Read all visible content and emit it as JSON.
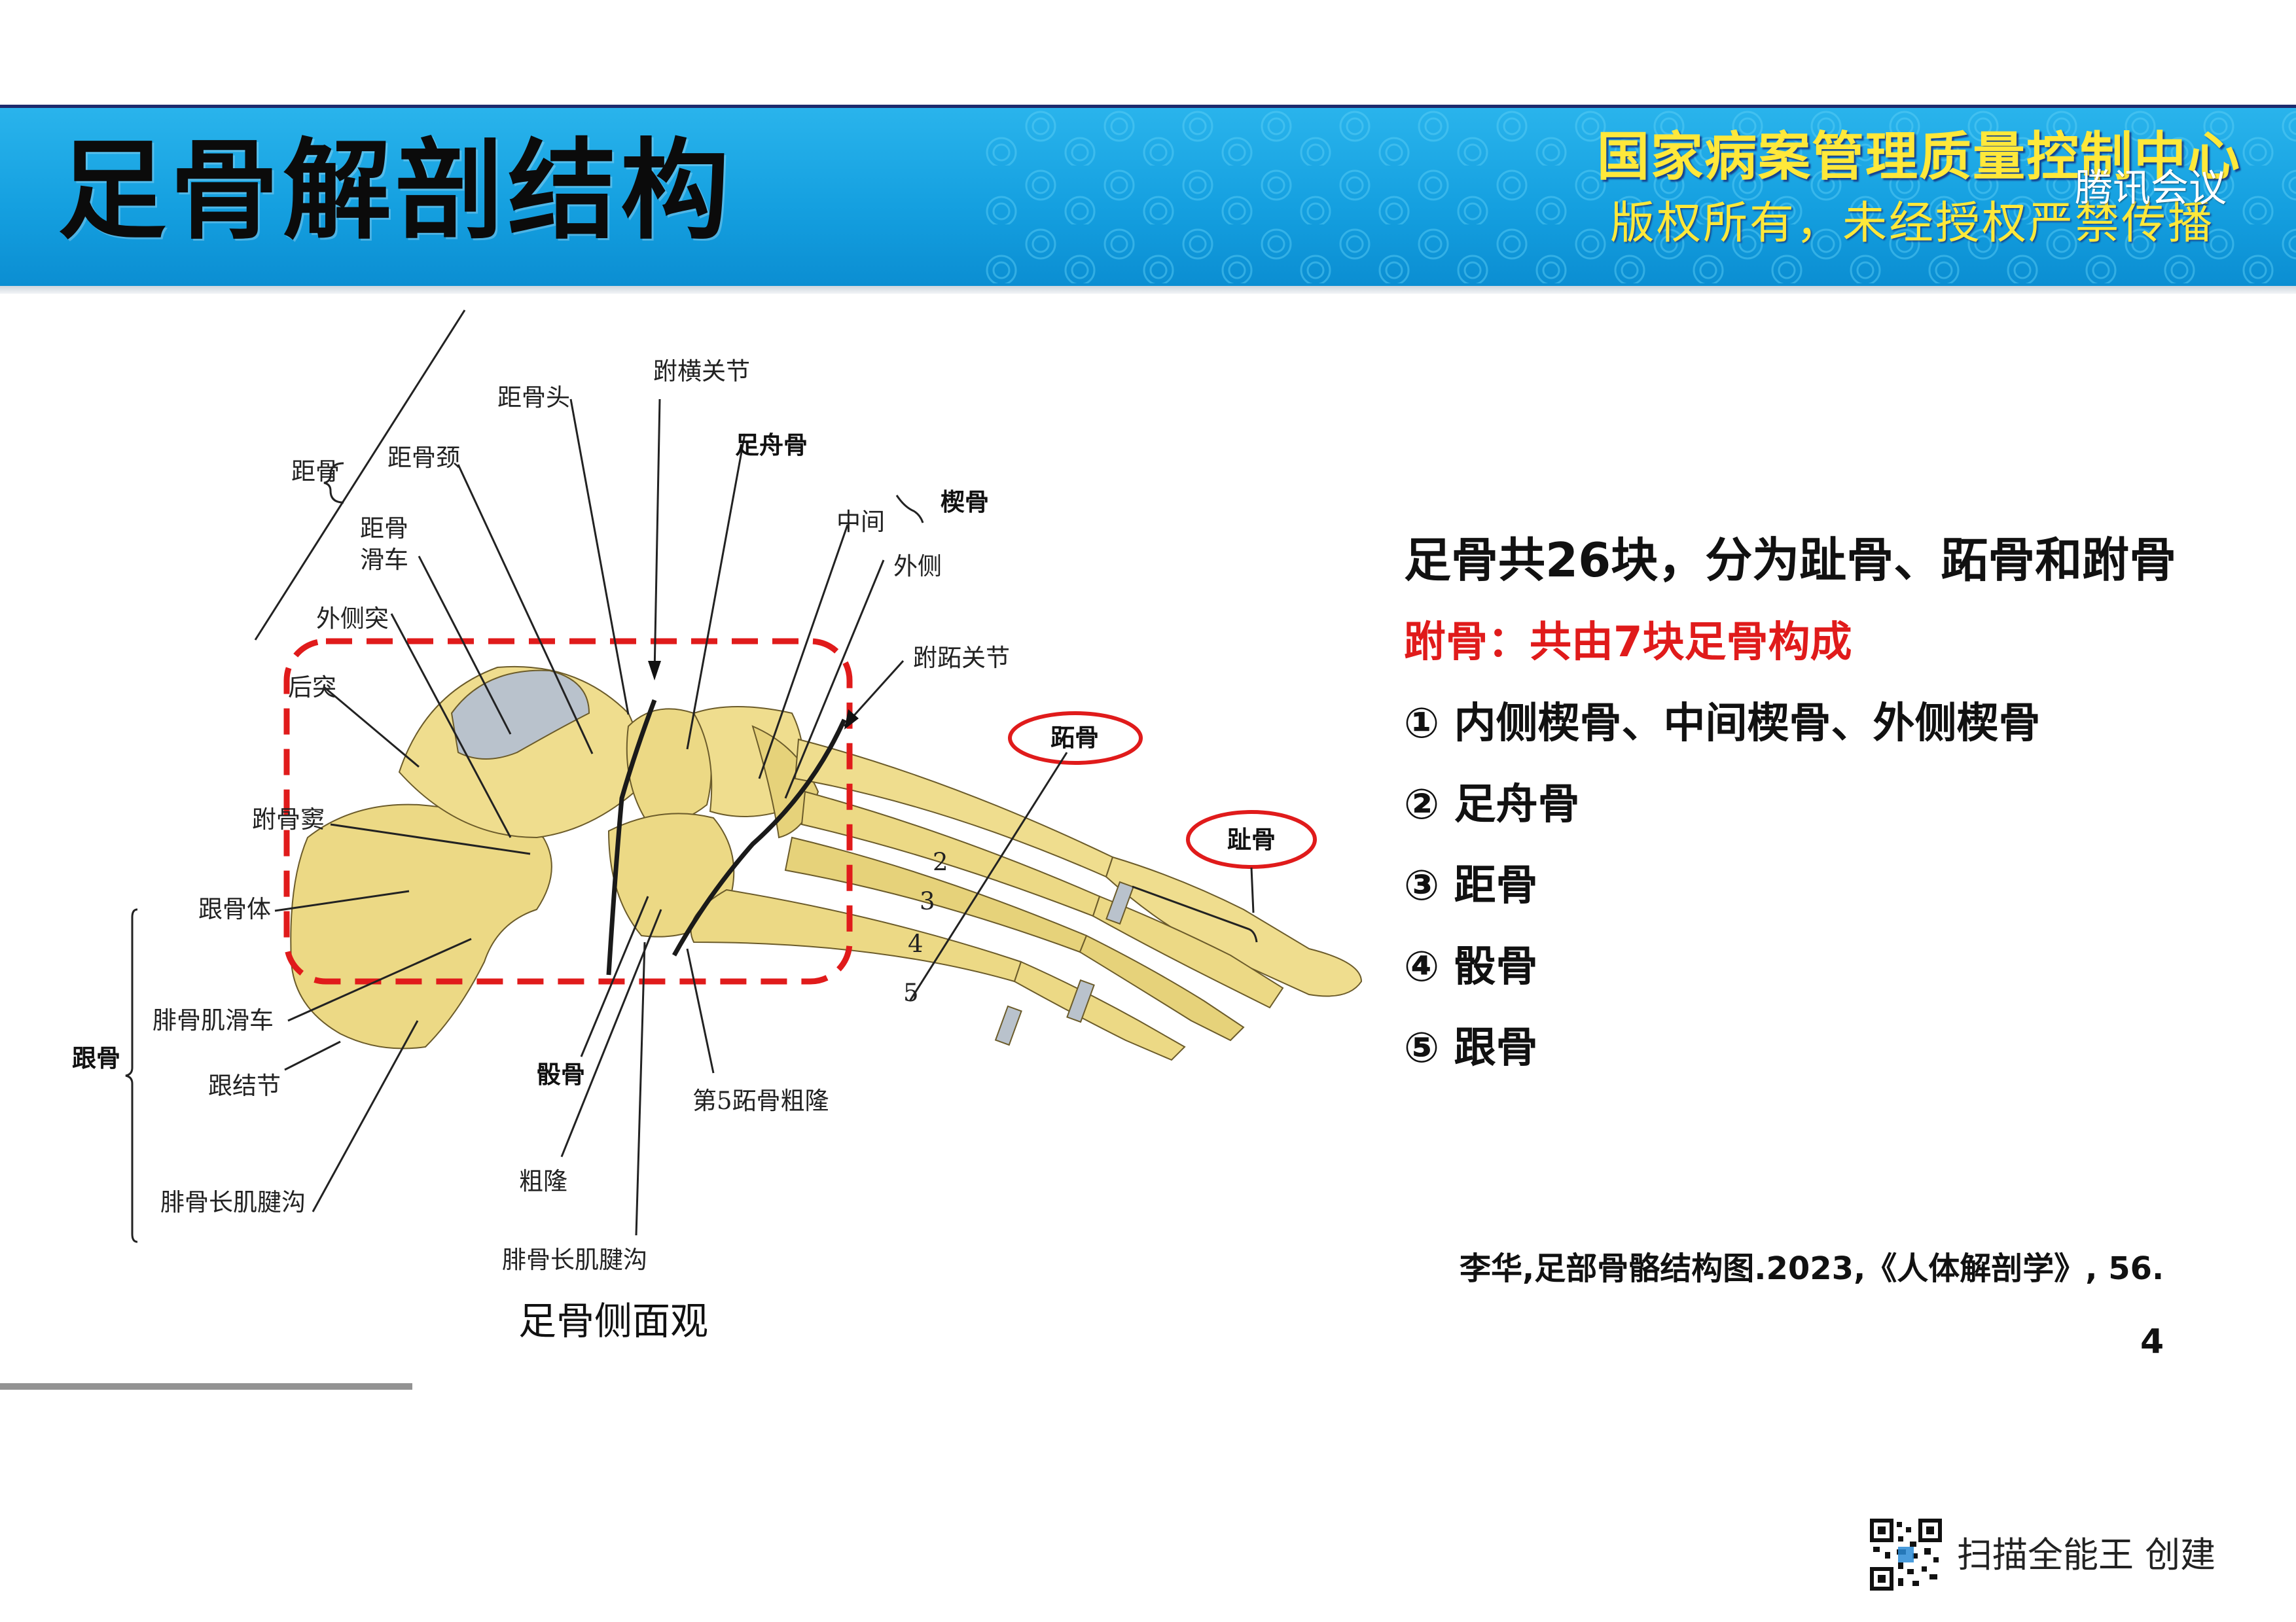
{
  "header": {
    "title": "足骨解剖结构",
    "org_name": "国家病案管理质量控制中心",
    "copyright": "版权所有，未经授权严禁传播",
    "meeting_watermark": "腾讯会议"
  },
  "diagram": {
    "caption": "足骨侧面观",
    "labels": {
      "talus_group": "距骨",
      "talus_head": "距骨头",
      "talus_neck": "距骨颈",
      "talus_trochlea_1": "距骨",
      "talus_trochlea_2": "滑车",
      "lateral_process": "外侧突",
      "posterior_process": "后突",
      "tarsal_sinus": "跗骨窦",
      "calcaneal_body": "跟骨体",
      "peroneal_trochlea": "腓骨肌滑车",
      "calcaneus_group": "跟骨",
      "calcaneal_tubercle": "跟结节",
      "peroneus_longus_groove_calc": "腓骨长肌腱沟",
      "transverse_tarsal_joint": "跗横关节",
      "navicular": "足舟骨",
      "cuneiform_group": "楔骨",
      "intermediate": "中间",
      "lateral": "外侧",
      "tarsometatarsal_joint": "跗跖关节",
      "metatarsal_circled": "跖骨",
      "phalanx_circled": "趾骨",
      "cuboid": "骰骨",
      "tuberosity": "粗隆",
      "peroneus_longus_groove_cub": "腓骨长肌腱沟",
      "fifth_metatarsal_tuberosity": "第5跖骨粗隆",
      "meta_2": "2",
      "meta_3": "3",
      "meta_4": "4",
      "meta_5": "5"
    }
  },
  "right_panel": {
    "summary": "足骨共26块，分为趾骨、跖骨和跗骨",
    "tarsal_heading": "跗骨：共由7块足骨构成",
    "items": [
      "① 内侧楔骨、中间楔骨、外侧楔骨",
      "② 足舟骨",
      "③ 距骨",
      "④ 骰骨",
      "⑤ 跟骨"
    ]
  },
  "citation": "李华,足部骨骼结构图.2023,《人体解剖学》, 56.",
  "page_number": "4",
  "footer": {
    "scanner_label": "扫描全能王  创建"
  },
  "colors": {
    "banner": "#15a0e0",
    "title_text": "#0b0b0b",
    "org_text": "#ffe83a",
    "tarsal_heading": "#e01b1b",
    "highlight_box": "#e01b1b",
    "bone": "#ecd985"
  }
}
